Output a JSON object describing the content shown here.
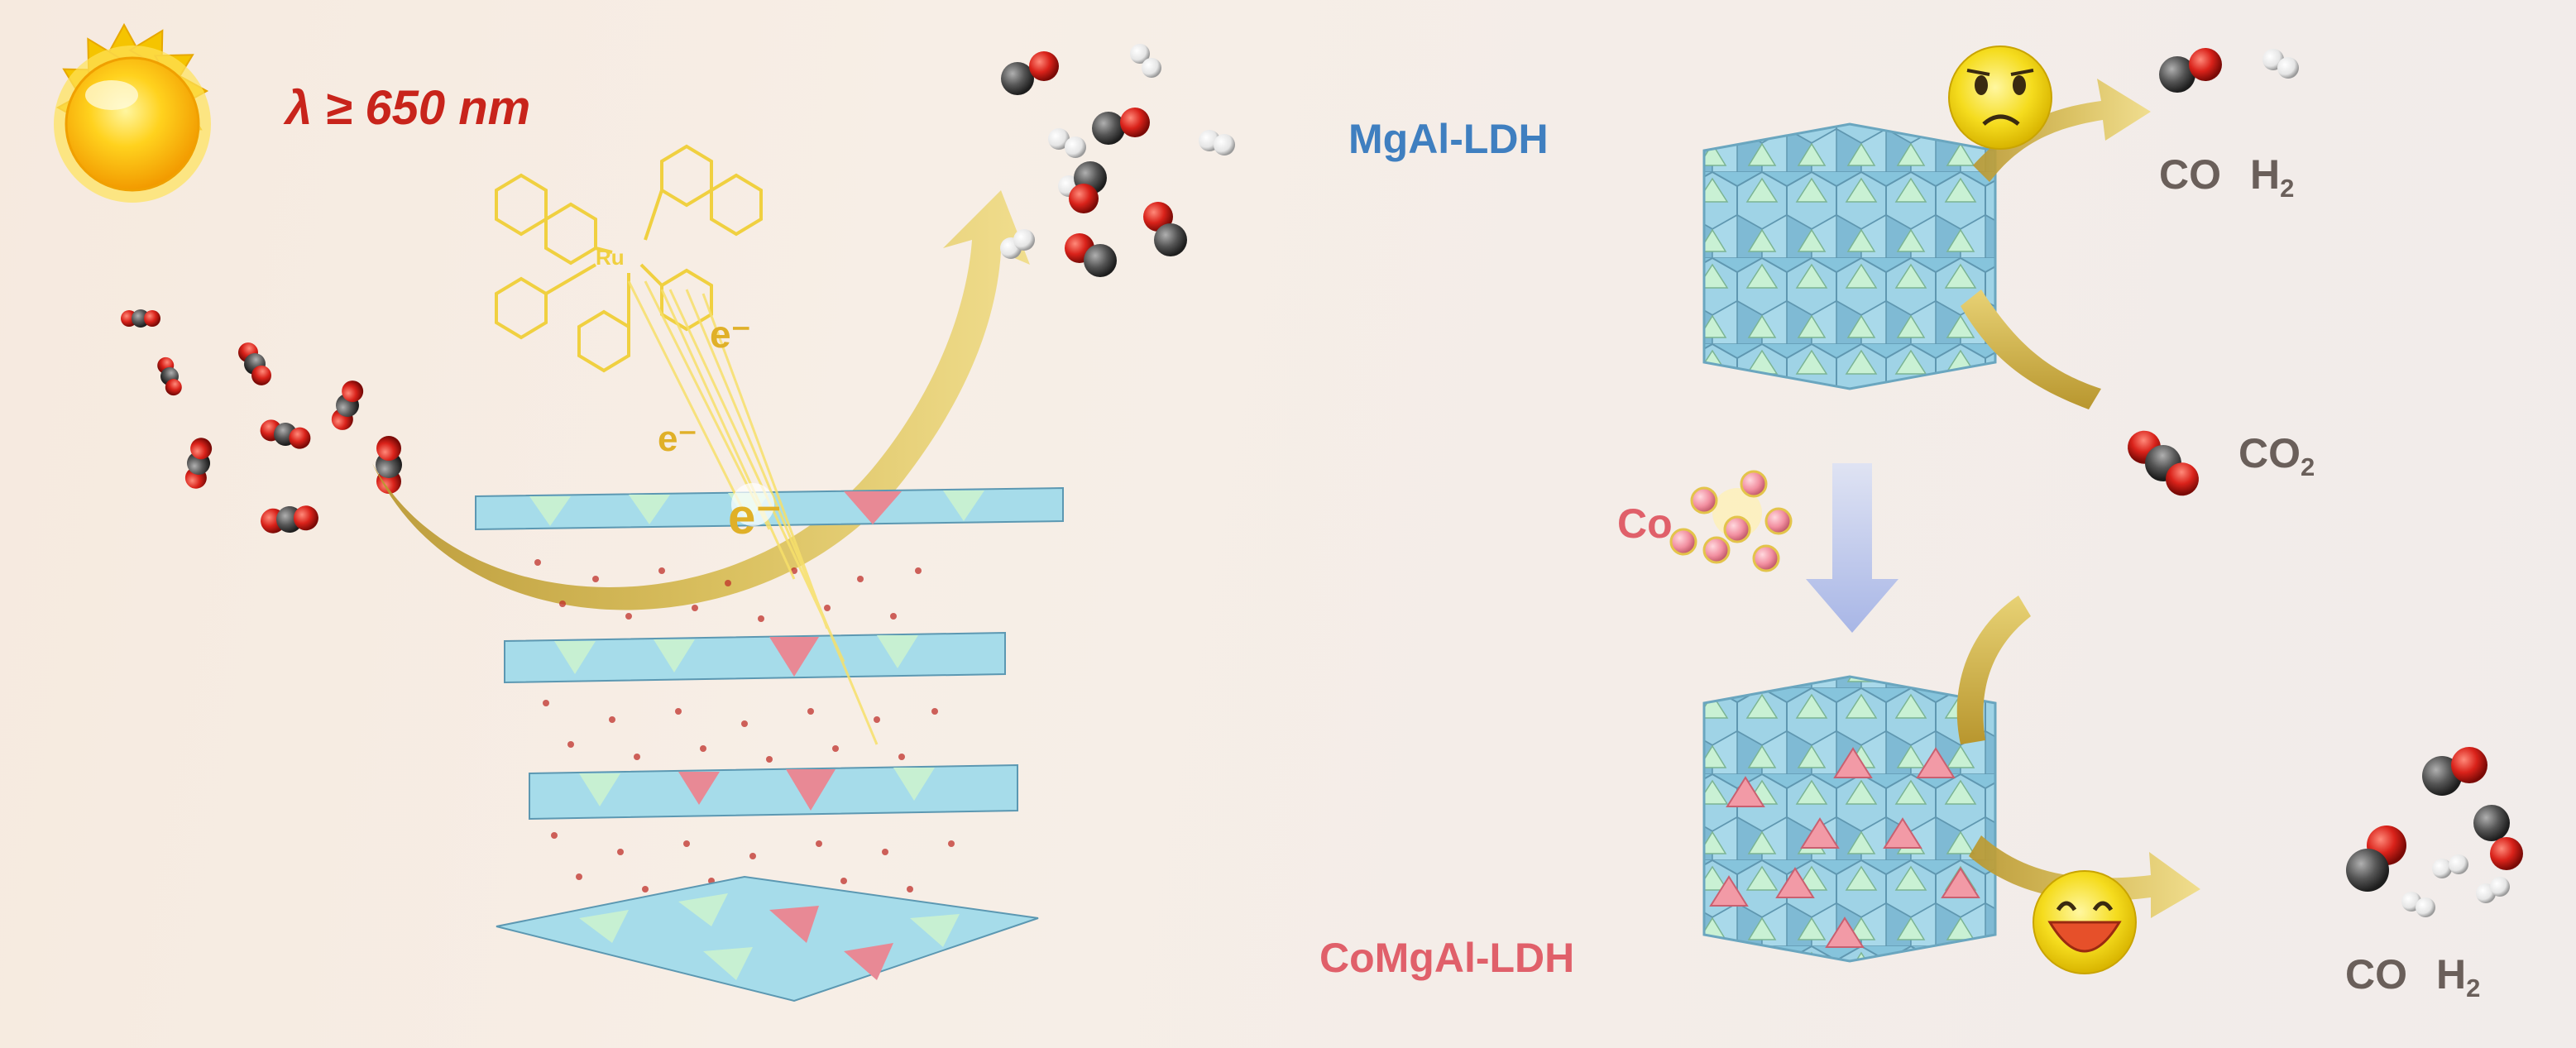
{
  "wavelength_label": "λ ≥ 650 nm",
  "electron_label": "e⁻",
  "ru_label": "Ru",
  "mgal_label": "MgAl-LDH",
  "comgal_label": "CoMgAl-LDH",
  "co_dopant_label": "Co",
  "products_top": {
    "co": "CO",
    "h2": "H",
    "h2_sub": "2"
  },
  "co2_label": {
    "text": "CO",
    "sub": "2"
  },
  "products_bottom": {
    "co": "CO",
    "h2": "H",
    "h2_sub": "2"
  },
  "colors": {
    "wavelength": "#c8241b",
    "mgal": "#3f7fc0",
    "comgal": "#e0606a",
    "co_label": "#e0606a",
    "products": "#6a5f5a",
    "arrow_gold": "#cdb04a",
    "photosensitizer": "#f0d040"
  },
  "icons": [
    "sun-icon",
    "sad-face-icon",
    "happy-face-icon"
  ]
}
